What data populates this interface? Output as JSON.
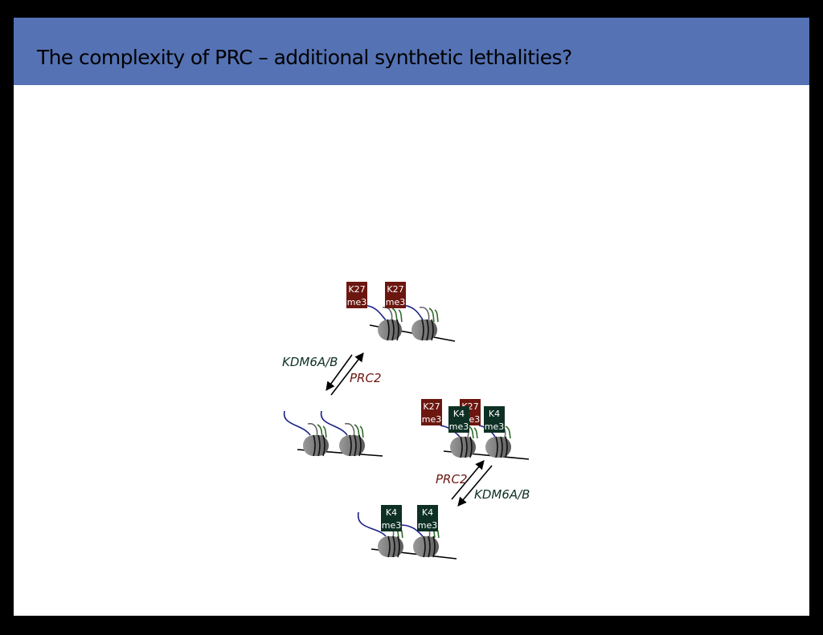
{
  "slide": {
    "title": "The complexity of PRC – additional synthetic lethalities?"
  },
  "diagram": {
    "top_state": {
      "marks": [
        {
          "line1": "K27",
          "line2": "me3"
        },
        {
          "line1": "K27",
          "line2": "me3"
        }
      ]
    },
    "top_arrows": {
      "left_label": "KDM6A/B",
      "right_label": "PRC2"
    },
    "bivalent_state": {
      "marks_k27": [
        {
          "line1": "K27",
          "line2": "me3"
        },
        {
          "line1": "K27",
          "line2": "me3"
        }
      ],
      "marks_k4": [
        {
          "line1": "K4",
          "line2": "me3"
        },
        {
          "line1": "K4",
          "line2": "me3"
        }
      ]
    },
    "bottom_arrows": {
      "left_label": "PRC2",
      "right_label": "KDM6A/B"
    },
    "bottom_state": {
      "marks": [
        {
          "line1": "K4",
          "line2": "me3"
        },
        {
          "line1": "K4",
          "line2": "me3"
        }
      ]
    },
    "colors": {
      "k27_box": "#6b1710",
      "k4_box": "#0e3024",
      "kdm_text": "#0e3024",
      "prc2_text": "#6b1710",
      "nucleosome": "#8e8e8e",
      "tail_blue": "#1a1f86",
      "tail_green": "#2f6b2a"
    }
  }
}
